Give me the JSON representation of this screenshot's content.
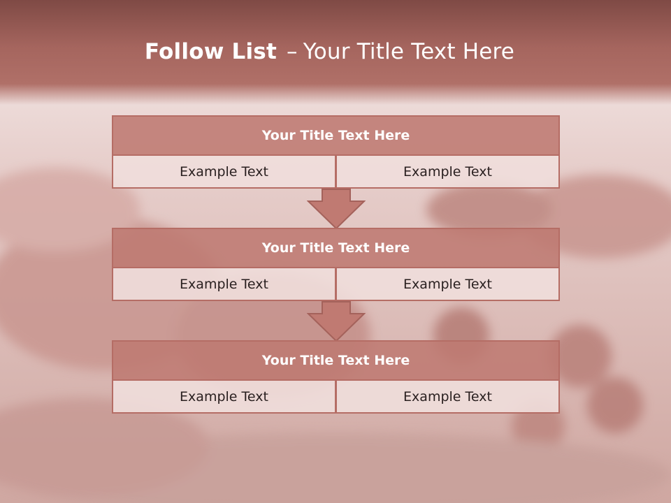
{
  "slide": {
    "title_bold": "Follow List",
    "title_separator": "–",
    "title_rest": "Your Title Text Here"
  },
  "steps": [
    {
      "title": "Your Title Text Here",
      "left": "Example Text",
      "right": "Example Text"
    },
    {
      "title": "Your Title Text Here",
      "left": "Example Text",
      "right": "Example Text"
    },
    {
      "title": "Your Title Text Here",
      "left": "Example Text",
      "right": "Example Text"
    }
  ],
  "colors": {
    "header": "#a5655e",
    "box_title": "#be7a72",
    "box_border": "#b56d65",
    "cell": "#f0dedc",
    "arrow_fill": "#c07a72"
  }
}
